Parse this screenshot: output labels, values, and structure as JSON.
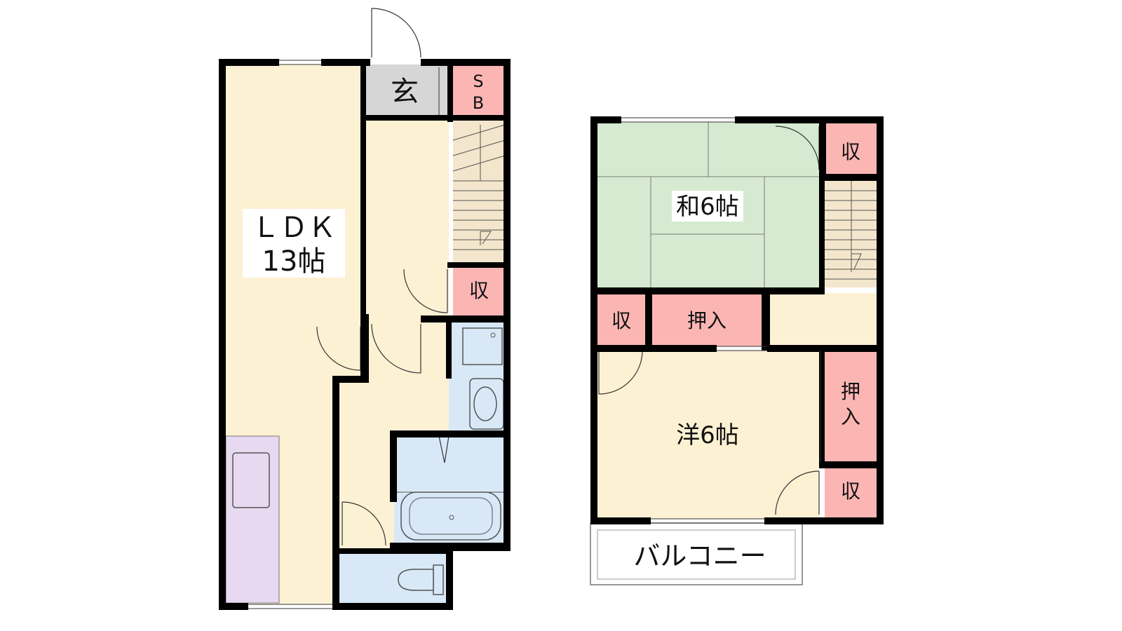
{
  "floor1": {
    "ldk": {
      "line1": "ＬＤＫ",
      "line2": "13帖"
    },
    "entrance": "玄",
    "shoe_box": {
      "line1": "S",
      "line2": "B"
    },
    "closet": "収"
  },
  "floor2": {
    "japanese_room": "和6帖",
    "western_room": "洋6帖",
    "closet_top": "収",
    "closet_left": "収",
    "oshiire_top": "押入",
    "oshiire_side": {
      "line1": "押",
      "line2": "入"
    },
    "closet_bottom": "収",
    "balcony": "バルコニー"
  },
  "colors": {
    "wall": "#000000",
    "floor_wood": "#fdf1d3",
    "tatami": "#d5ead0",
    "storage": "#fbb6b4",
    "wet_area": "#d8e8f7",
    "entrance": "#d6d6d6",
    "kitchen": "#e7d9f0",
    "stairs": "#f3e6cc"
  }
}
